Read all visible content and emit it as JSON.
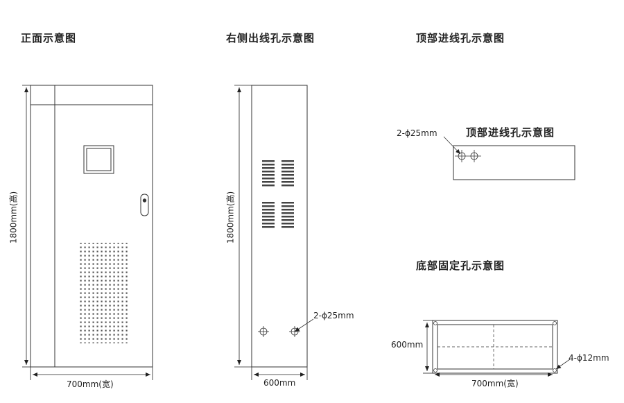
{
  "titles": {
    "front": "正面示意图",
    "side": "右侧出线孔示意图",
    "top": "顶部进线孔示意图",
    "top_inner": "顶部进线孔示意图",
    "bottom": "底部固定孔示意图"
  },
  "front": {
    "height_label": "1800mm(高)",
    "width_label": "700mm(宽)"
  },
  "side": {
    "height_label": "1800mm(高)",
    "width_label": "600mm",
    "hole_label": "2-ϕ25mm"
  },
  "top": {
    "hole_label": "2-ϕ25mm"
  },
  "bottom": {
    "depth_label": "600mm",
    "width_label": "700mm(宽)",
    "hole_label": "4-ϕ12mm"
  }
}
